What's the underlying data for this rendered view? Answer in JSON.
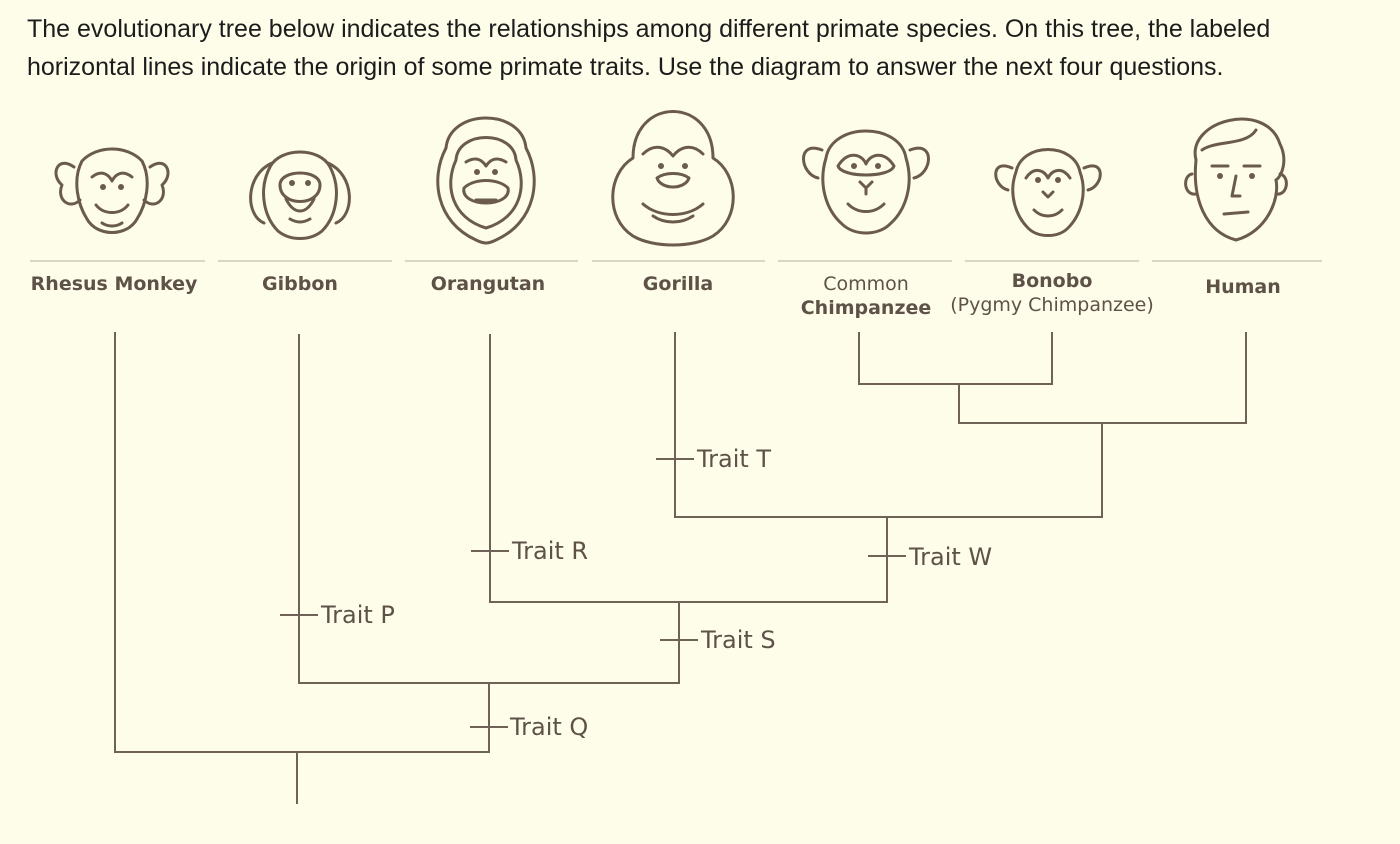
{
  "intro": {
    "line1": "The evolutionary tree below indicates the relationships among different primate species. On this tree, the labeled",
    "line2": "horizontal lines indicate the origin of some primate traits. Use the diagram to answer the next four questions."
  },
  "species": [
    {
      "name": "Rhesus Monkey",
      "icon": "monkey-face-icon"
    },
    {
      "name": "Gibbon",
      "icon": "gibbon-face-icon"
    },
    {
      "name": "Orangutan",
      "icon": "orangutan-face-icon"
    },
    {
      "name": "Gorilla",
      "icon": "gorilla-face-icon"
    },
    {
      "name_line1": "Common",
      "name_line2": "Chimpanzee",
      "icon": "chimpanzee-face-icon"
    },
    {
      "name_line1": "Bonobo",
      "name_line2": "(Pygmy Chimpanzee)",
      "icon": "bonobo-face-icon"
    },
    {
      "name": "Human",
      "icon": "human-face-icon"
    }
  ],
  "traits": {
    "P": "Trait P",
    "Q": "Trait Q",
    "R": "Trait R",
    "S": "Trait S",
    "T": "Trait T",
    "W": "Trait W"
  },
  "colors": {
    "background": "#fdfde9",
    "lines": "#6f6357",
    "labels": "#5e5248",
    "text": "#1c1c1c"
  }
}
